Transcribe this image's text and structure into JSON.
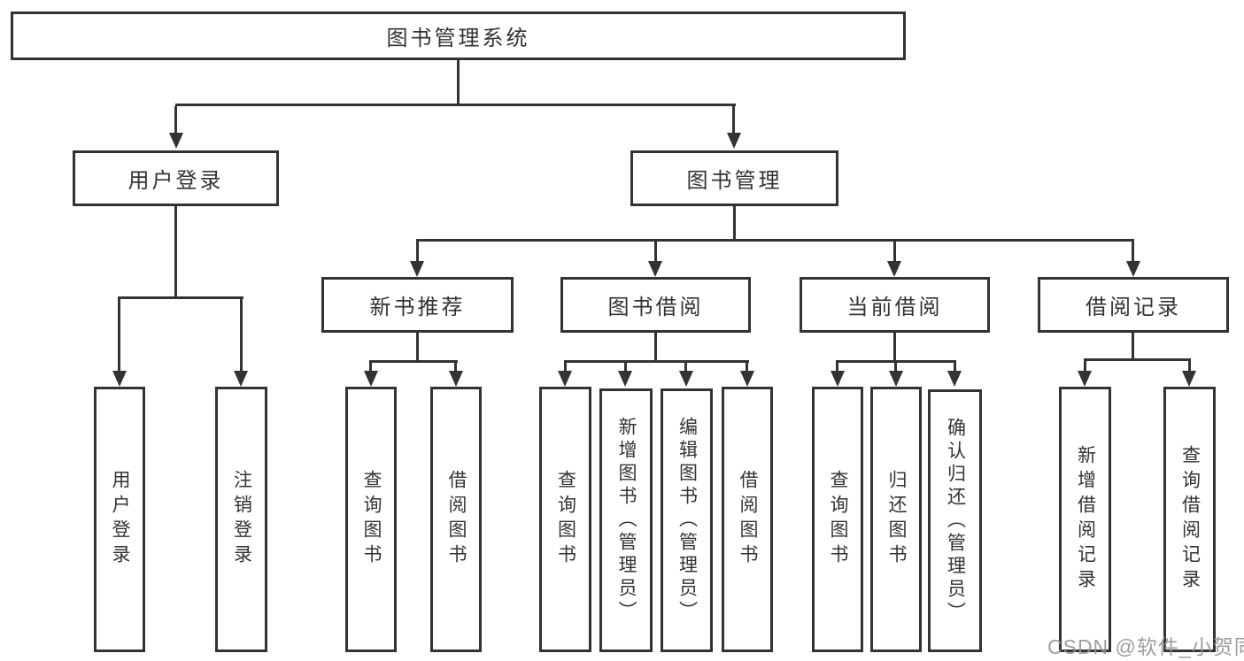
{
  "diagram": {
    "root": {
      "label": "图书管理系统"
    },
    "branches": [
      {
        "label": "用户登录",
        "children": [
          "用户登录",
          "注销登录"
        ]
      },
      {
        "label": "图书管理",
        "children": [
          {
            "label": "新书推荐",
            "children": [
              "查询图书",
              "借阅图书"
            ]
          },
          {
            "label": "图书借阅",
            "children": [
              "查询图书",
              "新增图书（管理员）",
              "编辑图书（管理员）",
              "借阅图书"
            ]
          },
          {
            "label": "当前借阅",
            "children": [
              "查询图书",
              "归还图书",
              "确认归还（管理员）"
            ]
          },
          {
            "label": "借阅记录",
            "children": [
              "新增借阅记录",
              "查询借阅记录"
            ]
          }
        ]
      }
    ]
  },
  "watermark": {
    "text": "CSDN @软件_小贺同学"
  },
  "colors": {
    "line": "#333333",
    "box_border": "#333333",
    "box_background": "#ffffff",
    "text": "#333333",
    "watermark": "#969696",
    "background": "#ffffff"
  }
}
